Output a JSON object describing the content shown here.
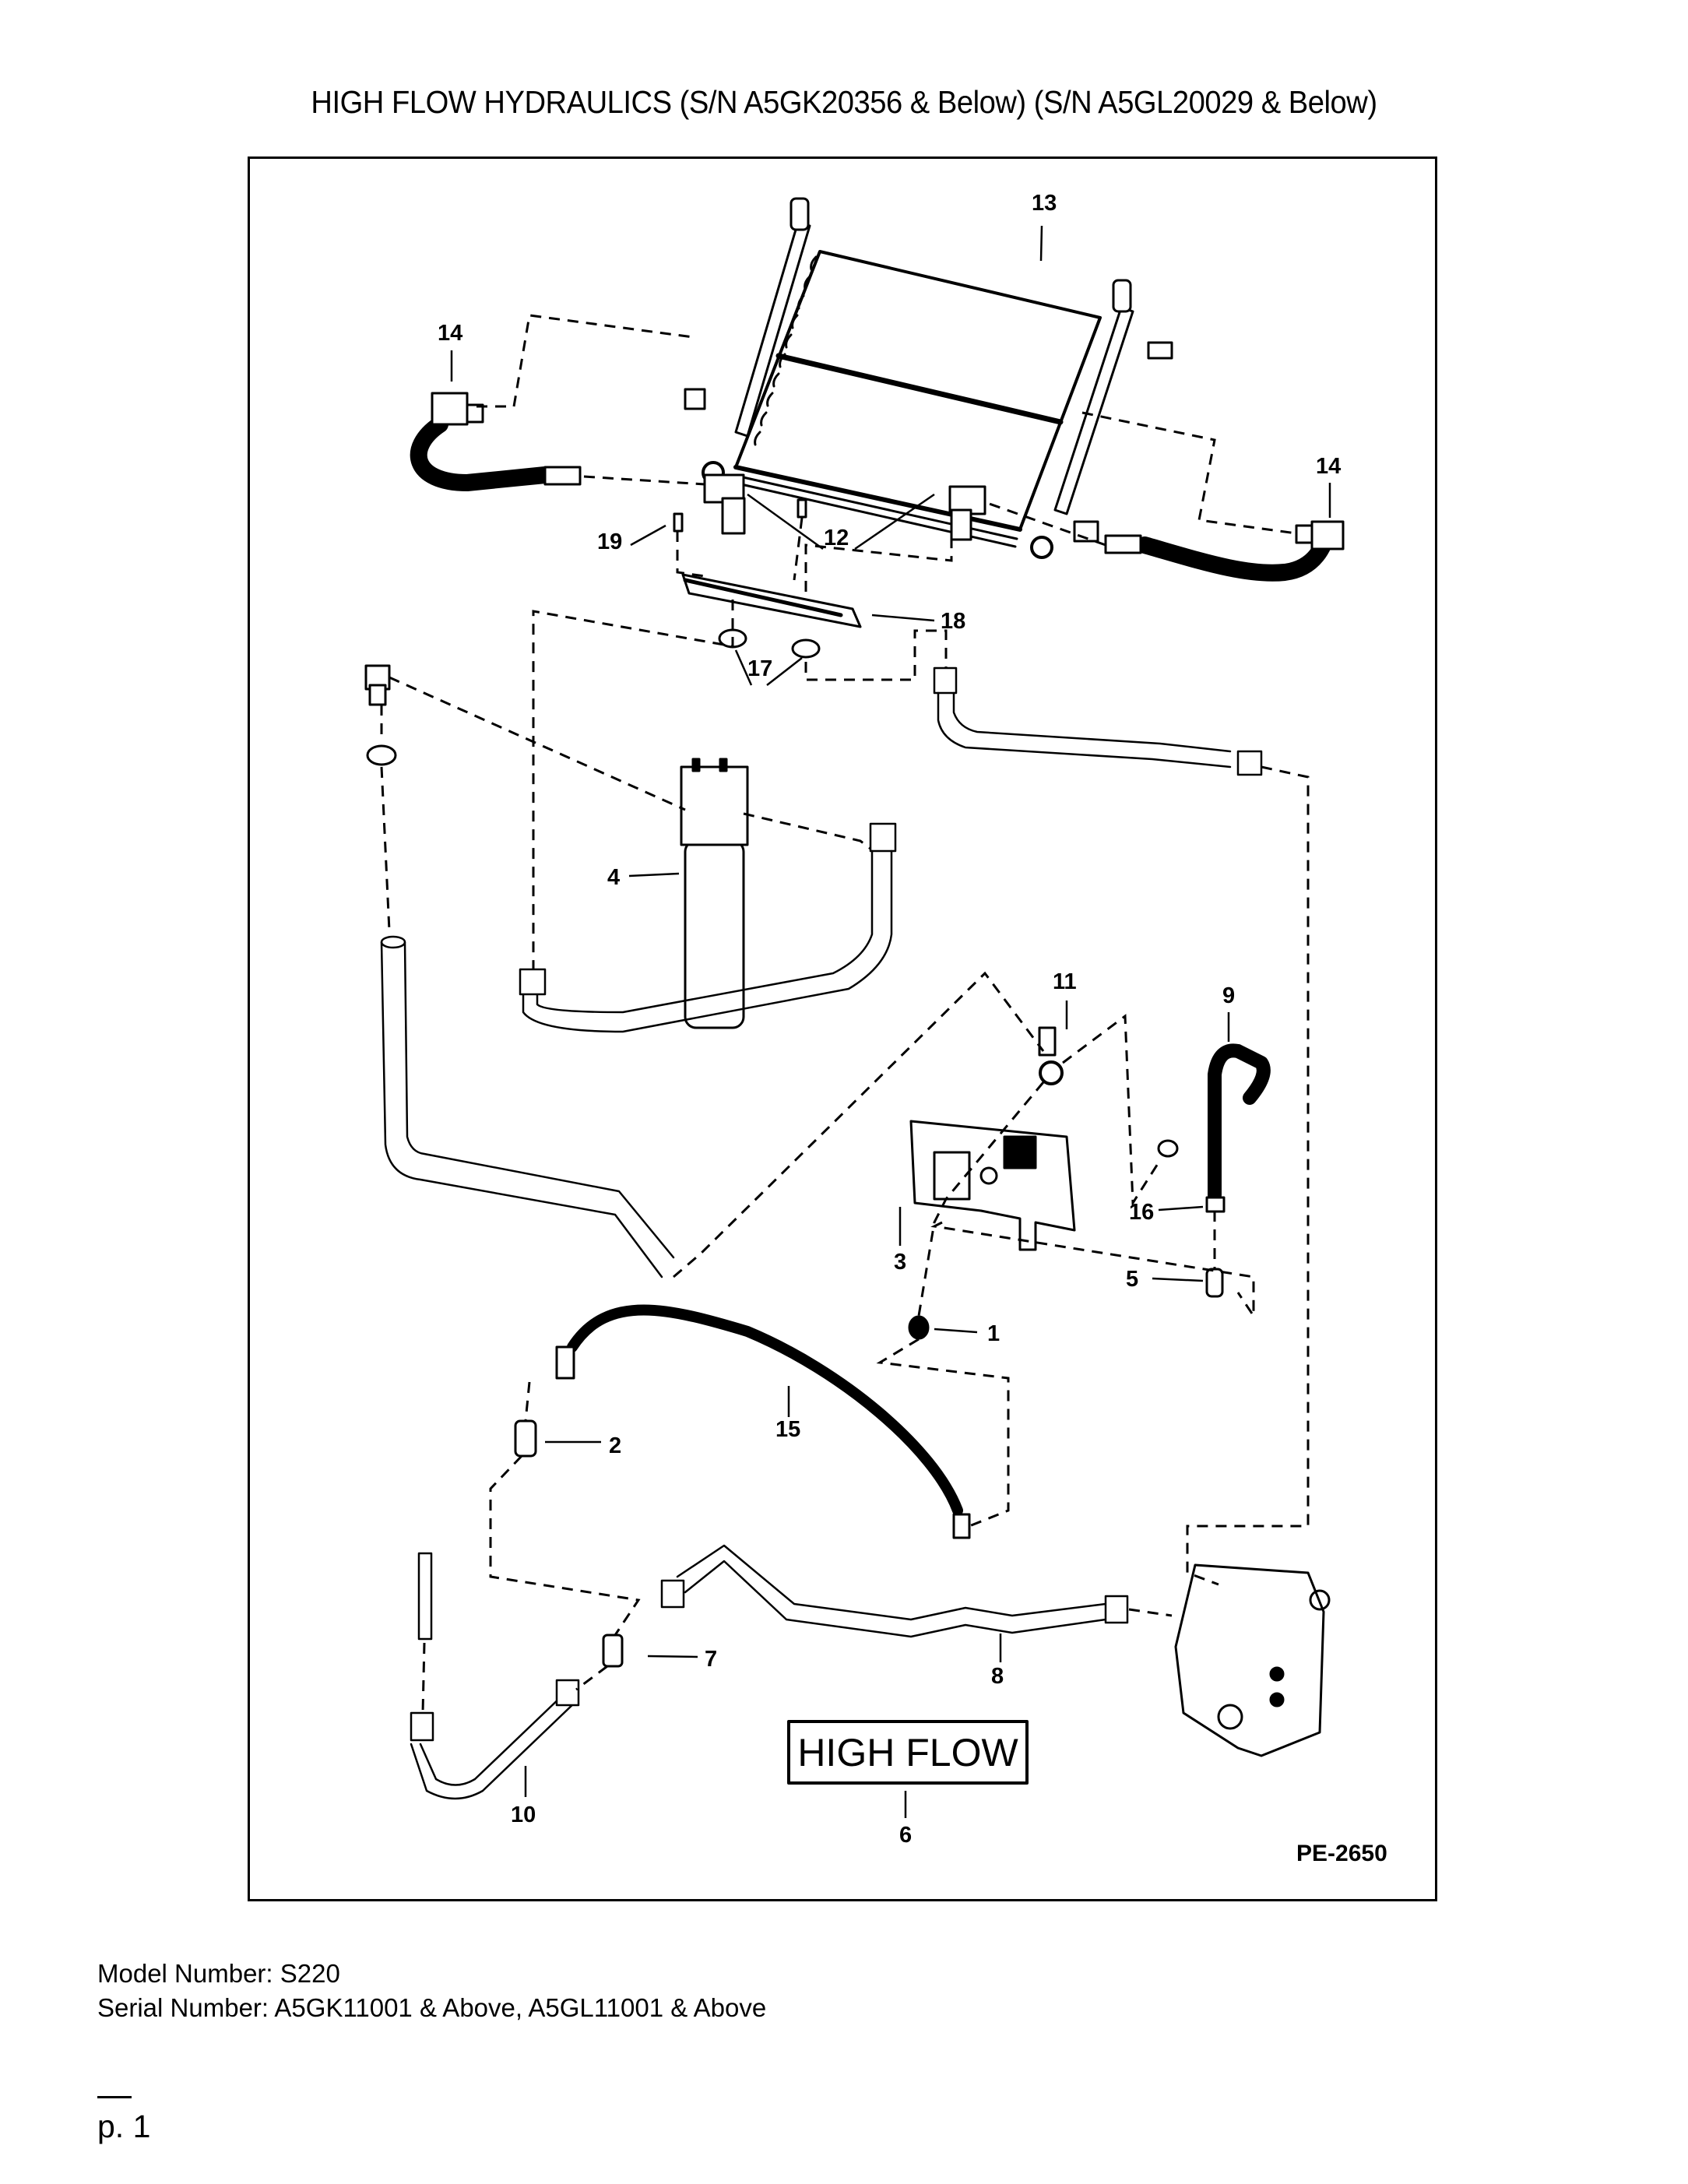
{
  "document": {
    "title": "HIGH FLOW HYDRAULICS (S/N A5GK20356 & Below) (S/N A5GL20029 & Below)",
    "drawing_id": "PE-2650",
    "decal_text": "HIGH FLOW",
    "model_number": "Model Number: S220",
    "serial_number": "Serial Number: A5GK11001 & Above, A5GL11001 & Above",
    "page_label": "p. 1"
  },
  "callouts": {
    "c1": "1",
    "c2": "2",
    "c3": "3",
    "c4": "4",
    "c5": "5",
    "c6": "6",
    "c7": "7",
    "c8": "8",
    "c9": "9",
    "c10": "10",
    "c11": "11",
    "c12": "12",
    "c13": "13",
    "c14_left": "14",
    "c14_right": "14",
    "c15": "15",
    "c16": "16",
    "c17": "17",
    "c18": "18",
    "c19": "19"
  },
  "parts": [
    {
      "ref": "1",
      "name": "fitting"
    },
    {
      "ref": "2",
      "name": "fitting"
    },
    {
      "ref": "3",
      "name": "hydraulic-pump"
    },
    {
      "ref": "4",
      "name": "filter"
    },
    {
      "ref": "5",
      "name": "elbow-fitting"
    },
    {
      "ref": "6",
      "name": "high-flow-decal"
    },
    {
      "ref": "7",
      "name": "fitting"
    },
    {
      "ref": "8",
      "name": "tube"
    },
    {
      "ref": "9",
      "name": "hose"
    },
    {
      "ref": "10",
      "name": "tube"
    },
    {
      "ref": "11",
      "name": "fitting"
    },
    {
      "ref": "12",
      "name": "elbow-fitting"
    },
    {
      "ref": "13",
      "name": "oil-cooler"
    },
    {
      "ref": "14",
      "name": "hose"
    },
    {
      "ref": "15",
      "name": "hose"
    },
    {
      "ref": "16",
      "name": "clamp"
    },
    {
      "ref": "17",
      "name": "nut"
    },
    {
      "ref": "18",
      "name": "bracket"
    },
    {
      "ref": "19",
      "name": "bolt"
    }
  ]
}
